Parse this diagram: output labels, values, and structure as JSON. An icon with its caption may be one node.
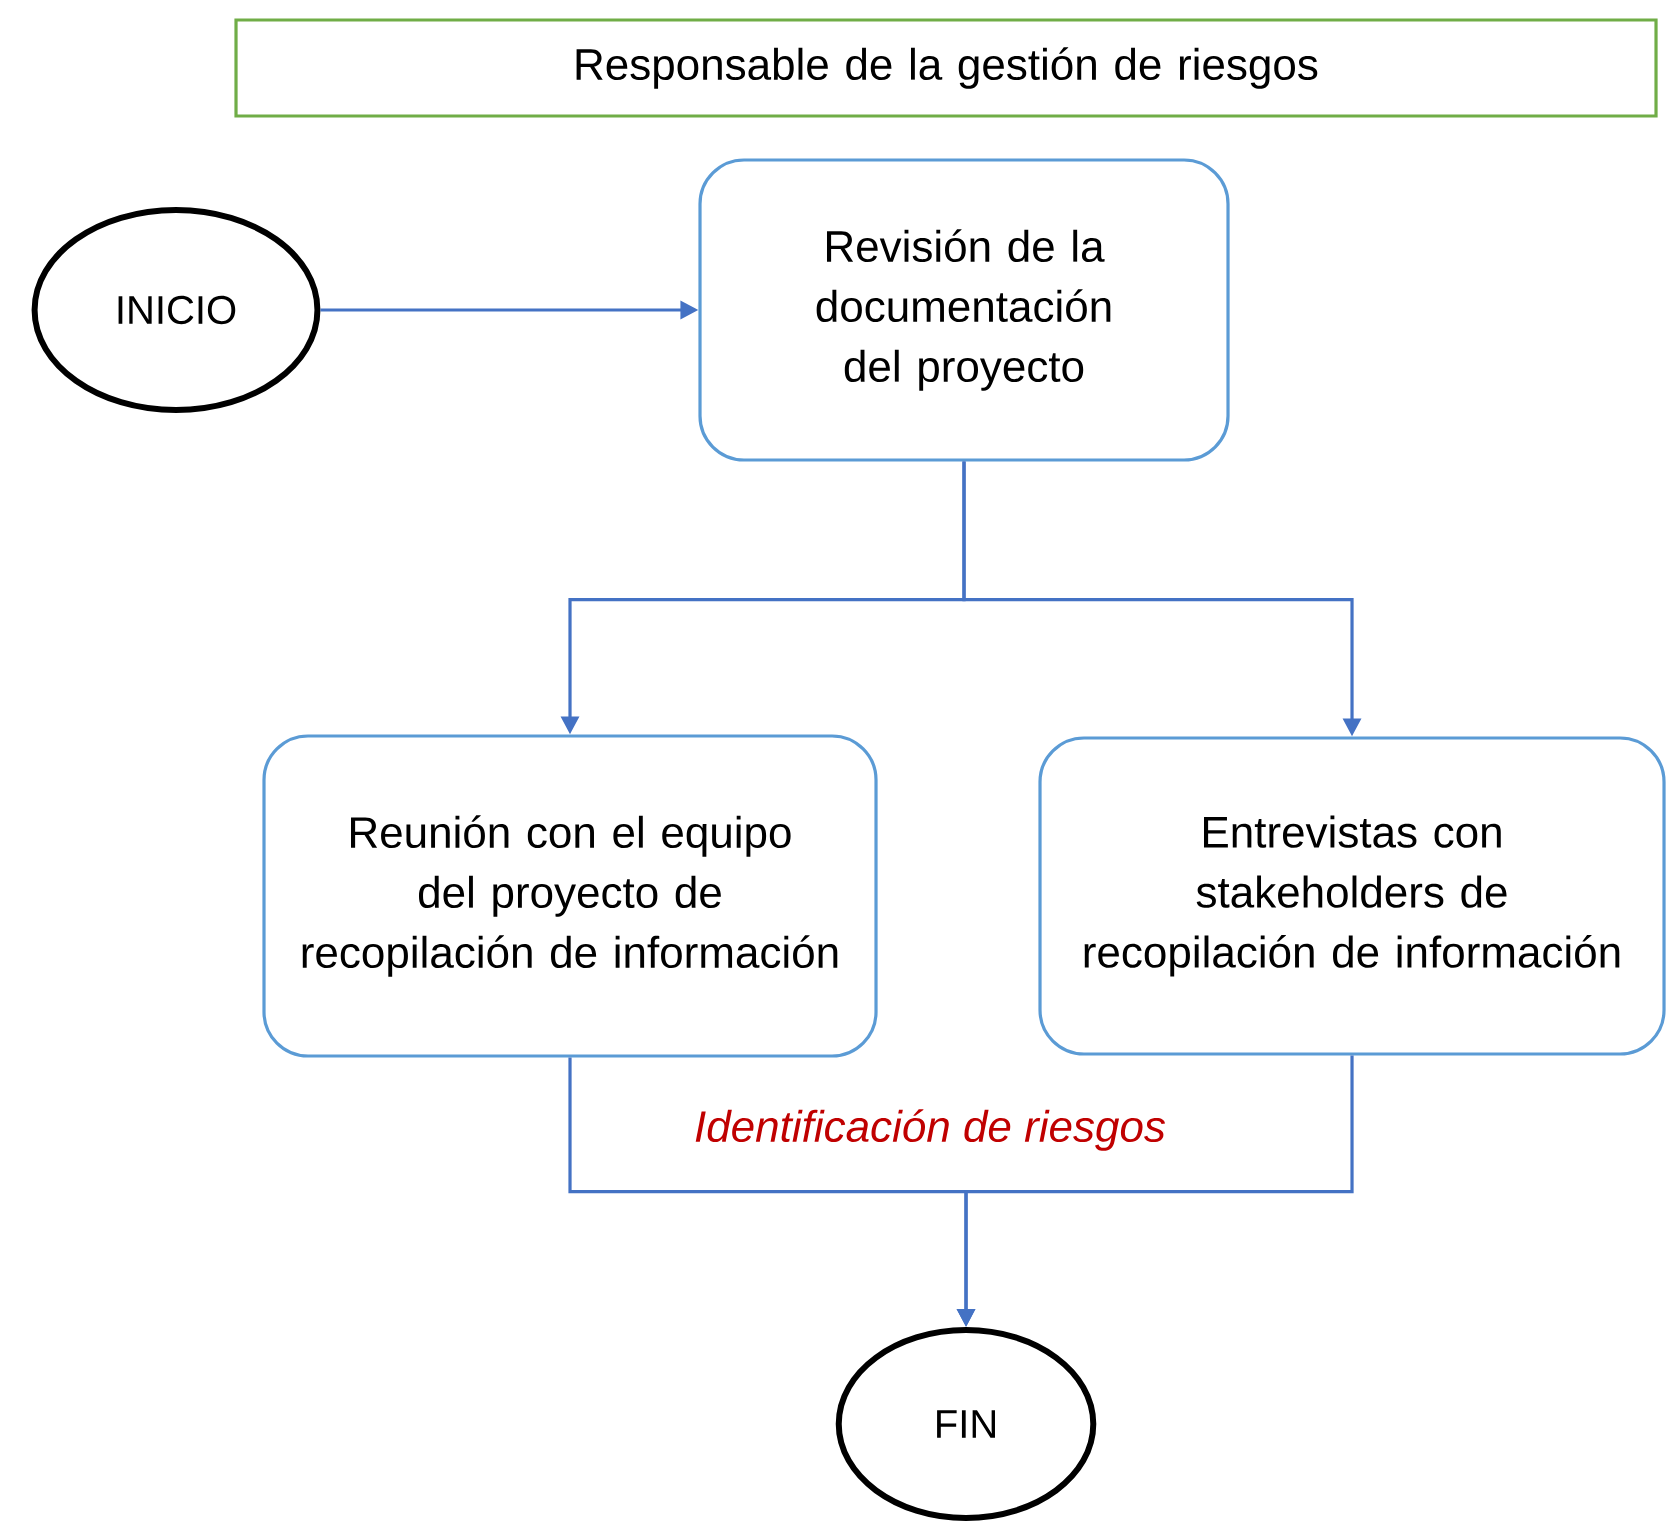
{
  "diagram": {
    "nodes": [
      {
        "text": [
          "Responsable de la gestión de riesgos"
        ]
      },
      {
        "text": [
          "INICIO"
        ]
      },
      {
        "text": [
          "Revisión de la documentación del proyecto"
        ]
      },
      {
        "text": [
          "Reunión con el equipo del proyecto de recopilación de información"
        ]
      },
      {
        "text": [
          "Entrevistas con stakeholders de recopilación de información"
        ]
      },
      {
        "text": [
          "FIN"
        ]
      }
    ],
    "edges": [
      {
        "from": 1,
        "to": 2,
        "arrow": "to"
      },
      {
        "from": 2,
        "to": 3,
        "arrow": "to"
      },
      {
        "from": 2,
        "to": 4,
        "arrow": "to"
      },
      {
        "from": 3,
        "to": 5,
        "arrow": "to",
        "label": "Identificación de riesgos"
      },
      {
        "from": 4,
        "to": 5,
        "arrow": "to"
      }
    ]
  }
}
